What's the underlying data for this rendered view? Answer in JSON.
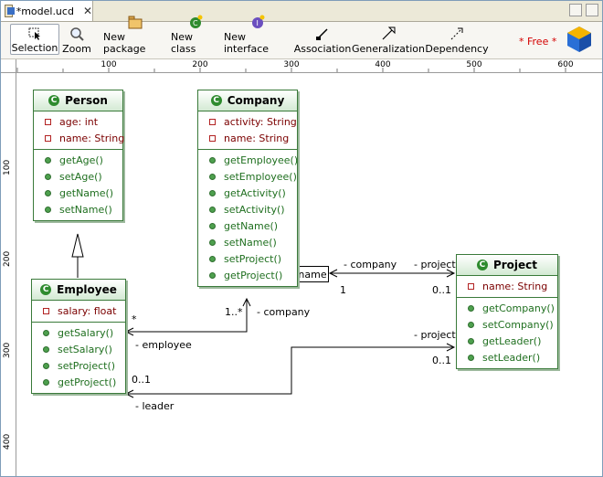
{
  "tab": {
    "title": "*model.ucd"
  },
  "toolbar": {
    "selection": "Selection",
    "zoom": "Zoom",
    "new_package": "New package",
    "new_class": "New class",
    "new_interface": "New interface",
    "association": "Association",
    "generalization": "Generalization",
    "dependency": "Dependency",
    "free": "* Free *"
  },
  "ruler": {
    "h": [
      "100",
      "200",
      "300",
      "400",
      "500",
      "600"
    ],
    "v": [
      "100",
      "200",
      "300",
      "400"
    ]
  },
  "classes": {
    "person": {
      "name": "Person",
      "attrs": [
        "age: int",
        "name: String"
      ],
      "methods": [
        "getAge()",
        "setAge()",
        "getName()",
        "setName()"
      ]
    },
    "company": {
      "name": "Company",
      "attrs": [
        "activity: String",
        "name: String"
      ],
      "methods": [
        "getEmployee()",
        "setEmployee()",
        "getActivity()",
        "setActivity()",
        "getName()",
        "setName()",
        "setProject()",
        "getProject()"
      ]
    },
    "employee": {
      "name": "Employee",
      "attrs": [
        "salary: float"
      ],
      "methods": [
        "getSalary()",
        "setSalary()",
        "setProject()",
        "getProject()"
      ]
    },
    "project": {
      "name": "Project",
      "attrs": [
        "name: String"
      ],
      "methods": [
        "getCompany()",
        "setCompany()",
        "getLeader()",
        "setLeader()"
      ]
    }
  },
  "labels": {
    "qualifier": "name",
    "company_role": "- company",
    "project_role": "- project",
    "one": "1",
    "zero_one_a": "0..1",
    "star": "*",
    "one_star": "1..*",
    "company_role2": "- company",
    "employee_role": "- employee",
    "project_role2": "- project",
    "zero_one_b": "0..1",
    "zero_one_c": "0..1",
    "leader_role": "- leader"
  }
}
